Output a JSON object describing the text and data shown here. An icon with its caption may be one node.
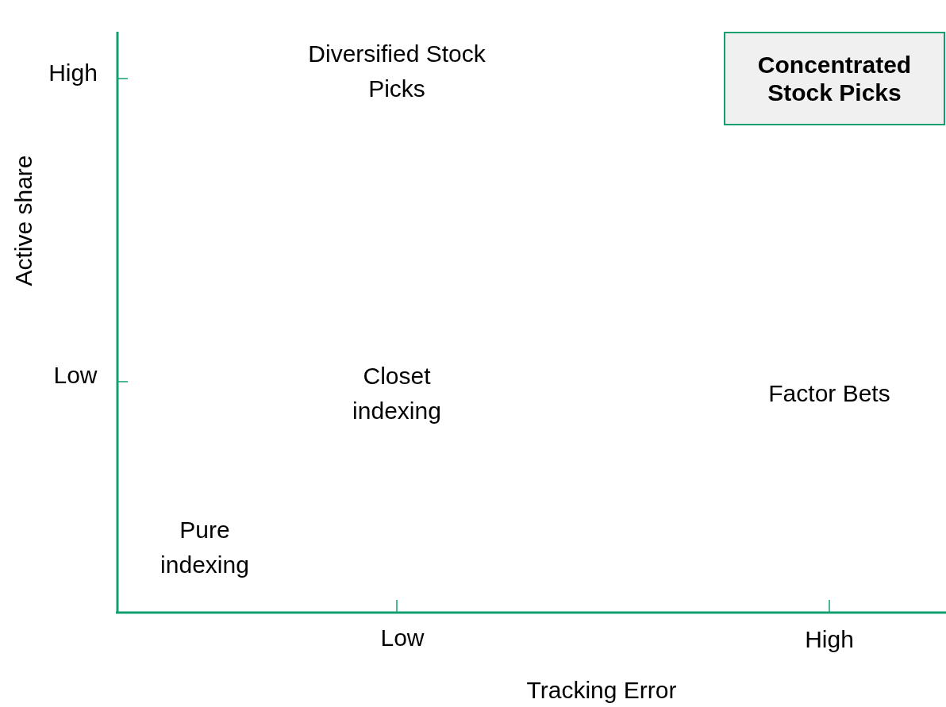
{
  "diagram": {
    "nodes": [
      {
        "text": [
          "Concentrated Stock Picks"
        ]
      }
    ],
    "labels": [
      "High",
      "Diversified Stock Picks",
      "Active share",
      "Low",
      "Closet indexing",
      "Factor Bets",
      "Pure indexing",
      "Low",
      "High",
      "Tracking Error"
    ]
  }
}
